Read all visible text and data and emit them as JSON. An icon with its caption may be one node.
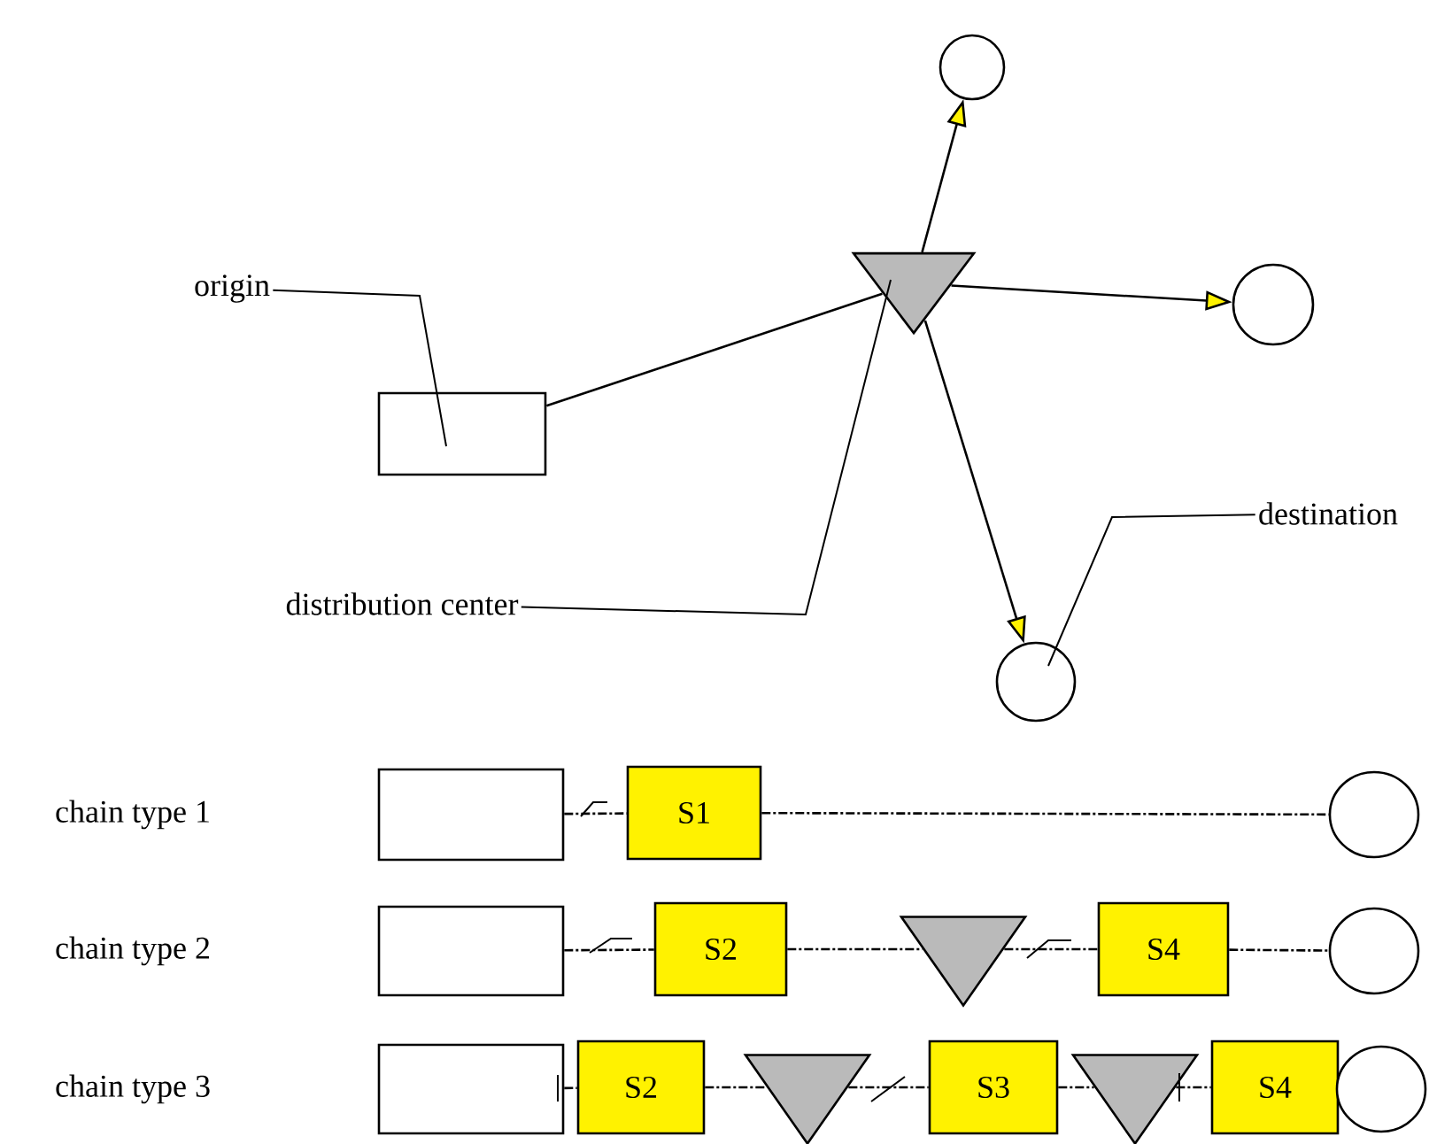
{
  "diagram": {
    "nodes": [
      {
        "text": [
          "origin"
        ]
      },
      {
        "text": [],
        "shape": "box"
      },
      {
        "text": [],
        "shape": "triangle"
      },
      {
        "text": [],
        "shape": "circle"
      },
      {
        "text": [],
        "shape": "circle"
      },
      {
        "text": [],
        "shape": "circle"
      },
      {
        "text": [
          "distribution center"
        ]
      },
      {
        "text": [
          "destination"
        ]
      },
      {
        "text": [],
        "shape": "box"
      },
      {
        "text": [
          "S1"
        ]
      },
      {
        "text": [],
        "shape": "circle"
      },
      {
        "text": [],
        "shape": "box"
      },
      {
        "text": [
          "S2"
        ]
      },
      {
        "text": [],
        "shape": "triangle"
      },
      {
        "text": [
          "S4"
        ]
      },
      {
        "text": [],
        "shape": "circle"
      },
      {
        "text": [],
        "shape": "box"
      },
      {
        "text": [
          "S2"
        ]
      },
      {
        "text": [],
        "shape": "triangle"
      },
      {
        "text": [
          "S3"
        ]
      },
      {
        "text": [],
        "shape": "triangle"
      },
      {
        "text": [
          "S4"
        ]
      },
      {
        "text": [],
        "shape": "circle"
      }
    ],
    "edges": [
      {
        "from": 1,
        "to": 2,
        "arrow": "none"
      },
      {
        "from": 2,
        "to": 3,
        "arrow": "to"
      },
      {
        "from": 2,
        "to": 4,
        "arrow": "to"
      },
      {
        "from": 2,
        "to": 5,
        "arrow": "to"
      },
      {
        "from": 0,
        "to": 1,
        "arrow": "none"
      },
      {
        "from": 6,
        "to": 2,
        "arrow": "none"
      },
      {
        "from": 7,
        "to": 5,
        "arrow": "none"
      },
      {
        "from": 8,
        "to": 9,
        "arrow": "none",
        "style": "dashed"
      },
      {
        "from": 9,
        "to": 10,
        "arrow": "none",
        "style": "dashed"
      },
      {
        "from": 11,
        "to": 12,
        "arrow": "none",
        "style": "dashed"
      },
      {
        "from": 12,
        "to": 13,
        "arrow": "none",
        "style": "dashed"
      },
      {
        "from": 13,
        "to": 14,
        "arrow": "none",
        "style": "dashed"
      },
      {
        "from": 14,
        "to": 15,
        "arrow": "none",
        "style": "dashed"
      },
      {
        "from": 16,
        "to": 17,
        "arrow": "none",
        "style": "dashed"
      },
      {
        "from": 17,
        "to": 18,
        "arrow": "none",
        "style": "dashed"
      },
      {
        "from": 18,
        "to": 19,
        "arrow": "none",
        "style": "dashed"
      },
      {
        "from": 19,
        "to": 20,
        "arrow": "none",
        "style": "dashed"
      },
      {
        "from": 20,
        "to": 21,
        "arrow": "none",
        "style": "dashed"
      }
    ],
    "labels": [
      "chain type 1",
      "chain type 2",
      "chain type 3"
    ]
  }
}
